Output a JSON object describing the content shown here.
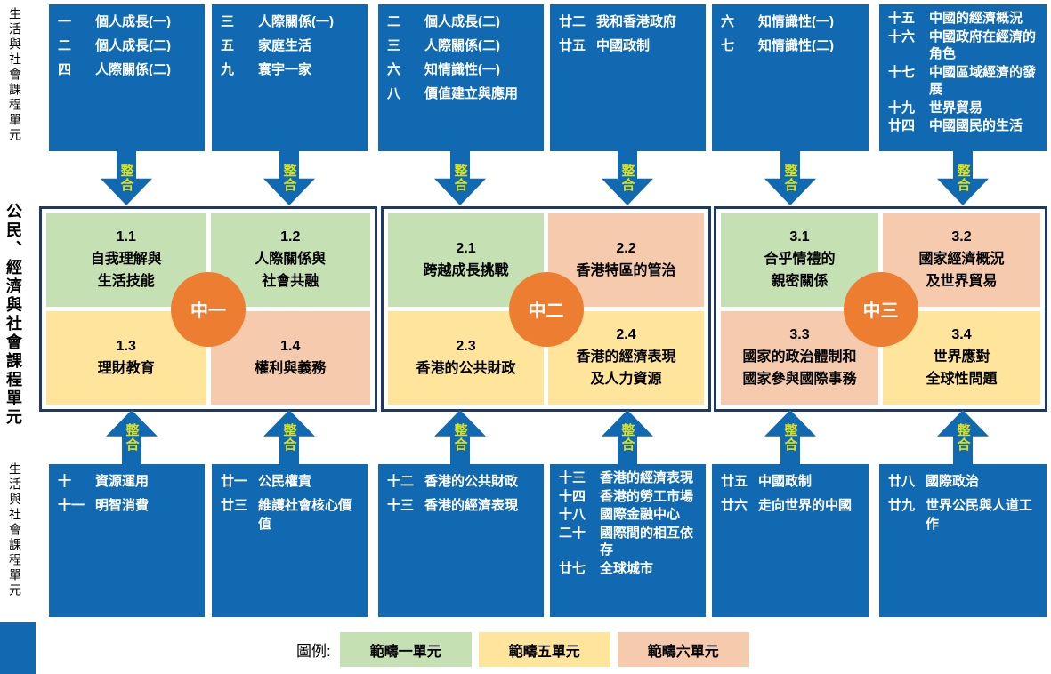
{
  "colors": {
    "box_blue": "#1169B1",
    "navy_border": "#1F3864",
    "strand1_green": "#C5E0B3",
    "strand5_yellow": "#FFE59B",
    "strand6_peach": "#F6CBAD",
    "circle_orange": "#ED7D31",
    "integration_text": "#D7E021"
  },
  "side_labels": {
    "top": "生活與社會課程單元",
    "middle": "公民、經濟與社會課程單元",
    "bottom": "生活與社會課程單元"
  },
  "arrow_label": "整合",
  "top_row": [
    {
      "items": [
        {
          "num": "一",
          "text": "個人成長(一)"
        },
        {
          "num": "二",
          "text": "個人成長(二)"
        },
        {
          "num": "四",
          "text": "人際關係(二)"
        }
      ]
    },
    {
      "items": [
        {
          "num": "三",
          "text": "人際關係(一)"
        },
        {
          "num": "五",
          "text": "家庭生活"
        },
        {
          "num": "九",
          "text": "寰宇一家"
        }
      ]
    },
    {
      "items": [
        {
          "num": "二",
          "text": "個人成長(二)"
        },
        {
          "num": "三",
          "text": "人際關係(二)"
        },
        {
          "num": "六",
          "text": "知情識性(一)"
        },
        {
          "num": "八",
          "text": "價值建立與應用"
        }
      ]
    },
    {
      "items": [
        {
          "num": "廿二",
          "text": "我和香港政府"
        },
        {
          "num": "廿五",
          "text": "中國政制"
        }
      ]
    },
    {
      "items": [
        {
          "num": "六",
          "text": "知情識性(一)"
        },
        {
          "num": "七",
          "text": "知情識性(二)"
        }
      ]
    },
    {
      "items": [
        {
          "num": "十五",
          "text": "中國的經濟概況"
        },
        {
          "num": "十六",
          "text": "中國政府在經濟的角色"
        },
        {
          "num": "十七",
          "text": "中國區域經濟的發展"
        },
        {
          "num": "十九",
          "text": "世界貿易"
        },
        {
          "num": "廿四",
          "text": "中國國民的生活"
        }
      ]
    }
  ],
  "middle_row": [
    {
      "circle": "中一",
      "cells": [
        {
          "id": "1.1",
          "title": "自我理解與\n生活技能",
          "color": "green"
        },
        {
          "id": "1.2",
          "title": "人際關係與\n社會共融",
          "color": "green"
        },
        {
          "id": "1.3",
          "title": "理財教育",
          "color": "yellow"
        },
        {
          "id": "1.4",
          "title": "權利與義務",
          "color": "peach"
        }
      ]
    },
    {
      "circle": "中二",
      "cells": [
        {
          "id": "2.1",
          "title": "跨越成長挑戰",
          "color": "green"
        },
        {
          "id": "2.2",
          "title": "香港特區的管治",
          "color": "peach"
        },
        {
          "id": "2.3",
          "title": "香港的公共財政",
          "color": "yellow"
        },
        {
          "id": "2.4",
          "title": "香港的經濟表現\n及人力資源",
          "color": "yellow"
        }
      ]
    },
    {
      "circle": "中三",
      "cells": [
        {
          "id": "3.1",
          "title": "合乎情禮的\n親密關係",
          "color": "green"
        },
        {
          "id": "3.2",
          "title": "國家經濟概況\n及世界貿易",
          "color": "peach"
        },
        {
          "id": "3.3",
          "title": "國家的政治體制和\n國家參與國際事務",
          "color": "peach"
        },
        {
          "id": "3.4",
          "title": "世界應對\n全球性問題",
          "color": "yellow"
        }
      ]
    }
  ],
  "bottom_row": [
    {
      "items": [
        {
          "num": "十",
          "text": "資源運用"
        },
        {
          "num": "十一",
          "text": "明智消費"
        }
      ]
    },
    {
      "items": [
        {
          "num": "廿一",
          "text": "公民權責"
        },
        {
          "num": "廿三",
          "text": "維護社會核心價值"
        }
      ]
    },
    {
      "items": [
        {
          "num": "十二",
          "text": "香港的公共財政"
        },
        {
          "num": "十三",
          "text": "香港的經濟表現"
        }
      ]
    },
    {
      "items": [
        {
          "num": "十三",
          "text": "香港的經濟表現"
        },
        {
          "num": "十四",
          "text": "香港的勞工市場"
        },
        {
          "num": "十八",
          "text": "國際金融中心"
        },
        {
          "num": "二十",
          "text": "國際間的相互依存"
        },
        {
          "num": "廿七",
          "text": "全球城市"
        }
      ]
    },
    {
      "items": [
        {
          "num": "廿五",
          "text": "中國政制"
        },
        {
          "num": "廿六",
          "text": "走向世界的中國"
        }
      ]
    },
    {
      "items": [
        {
          "num": "廿八",
          "text": "國際政治"
        },
        {
          "num": "廿九",
          "text": "世界公民與人道工作"
        }
      ]
    }
  ],
  "legend": {
    "label": "圖例:",
    "items": [
      {
        "text": "範疇一單元",
        "color": "green"
      },
      {
        "text": "範疇五單元",
        "color": "yellow"
      },
      {
        "text": "範疇六單元",
        "color": "peach"
      }
    ]
  }
}
